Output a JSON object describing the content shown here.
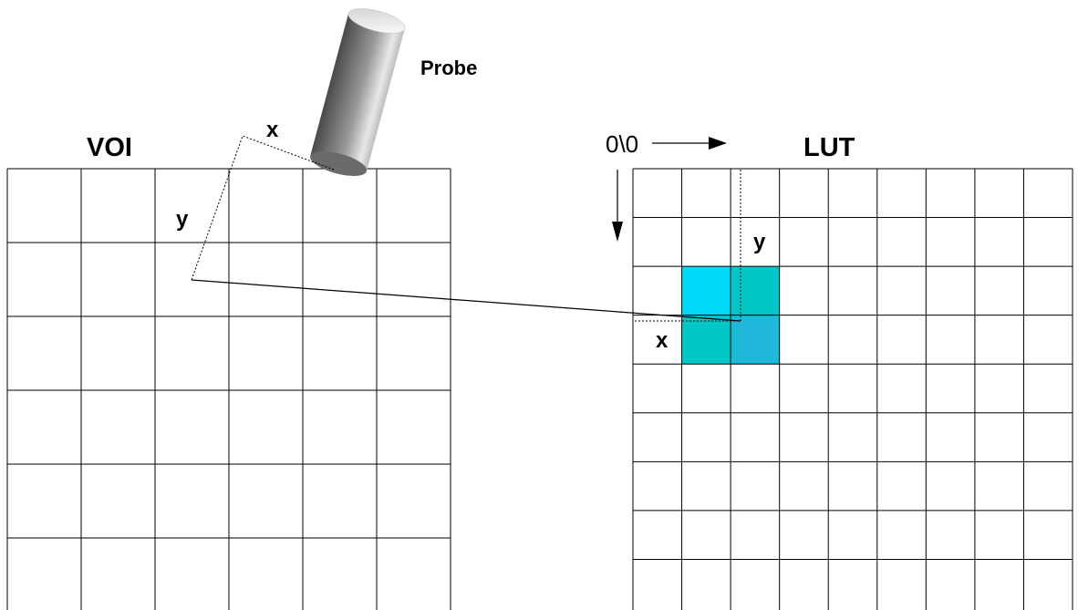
{
  "labels": {
    "voi": "VOI",
    "lut": "LUT",
    "probe": "Probe",
    "origin": "0\\0",
    "voi_x": "x",
    "voi_y": "y",
    "lut_x": "x",
    "lut_y": "y"
  },
  "grids": {
    "voi": {
      "rows": 6,
      "cols": 6
    },
    "lut": {
      "rows": 9,
      "cols": 9
    }
  },
  "highlighted_cells": [
    {
      "row": 2,
      "col": 1,
      "color": "#00d8f8"
    },
    {
      "row": 2,
      "col": 2,
      "color": "#00c8c8"
    },
    {
      "row": 3,
      "col": 1,
      "color": "#00c8c8"
    },
    {
      "row": 3,
      "col": 2,
      "color": "#20b8d8"
    }
  ],
  "colors": {
    "grid_line": "#000000",
    "probe_dark": "#555555",
    "probe_light": "#e6e6e6"
  }
}
